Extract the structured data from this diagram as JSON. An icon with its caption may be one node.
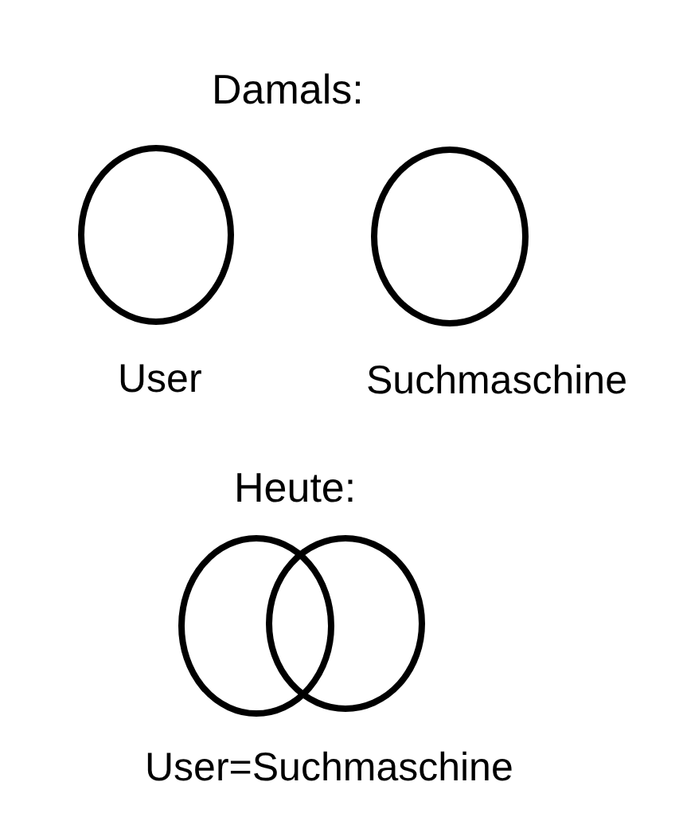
{
  "diagram": {
    "nodes": [
      {
        "text": [],
        "shape": "circle",
        "beside": [
          "User"
        ]
      },
      {
        "text": [],
        "shape": "circle",
        "beside": [
          "Suchmaschine"
        ]
      },
      {
        "text": [],
        "shape": "circle"
      },
      {
        "text": [],
        "shape": "circle"
      }
    ],
    "labels": [
      "Damals:",
      "Heute:",
      "User=Suchmaschine"
    ]
  }
}
